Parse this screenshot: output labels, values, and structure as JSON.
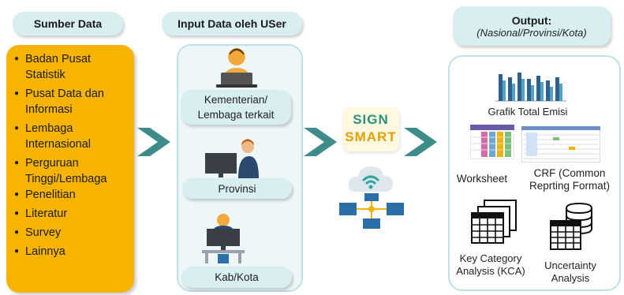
{
  "sources": {
    "header": "Sumber Data",
    "items": [
      "Badan Pusat Statistik",
      "Pusat Data dan Informasi",
      "Lembaga Internasional",
      "Perguruan Tinggi/Lembaga",
      "Penelitian",
      "Literatur",
      "Survey",
      "Lainnya"
    ]
  },
  "input": {
    "header": "Input Data oleh USer",
    "roles": [
      "Kementerian/ Lembaga terkait",
      "Provinsi",
      "Kab/Kota"
    ]
  },
  "sign_smart": {
    "line1": "SIGN",
    "line2": "SMART"
  },
  "output": {
    "header_title": "Output:",
    "header_subtitle": "(Nasional/Provinsi/Kota)",
    "items": {
      "grafik": "Grafik Total Emisi",
      "worksheet": "Worksheet",
      "crf": "CRF (Common Reprting Format)",
      "kca": "Key Category Analysis (KCA)",
      "uncertainty": "Uncertainty Analysis"
    }
  },
  "colors": {
    "orange": "#f6b400",
    "teal_arrow": "#3e8c8a",
    "pill_bg": "#d9eef0",
    "sign_color": "#2b8f7e",
    "smart_color": "#e2a100"
  },
  "icons": [
    "person-laptop-icon",
    "person-desk-icon",
    "person-computer-icon",
    "cloud-wifi-icon",
    "network-icon",
    "bar-chart-icon",
    "worksheet-thumbnail-icon",
    "crf-thumbnail-icon",
    "table-stack-icon",
    "database-table-icon"
  ]
}
